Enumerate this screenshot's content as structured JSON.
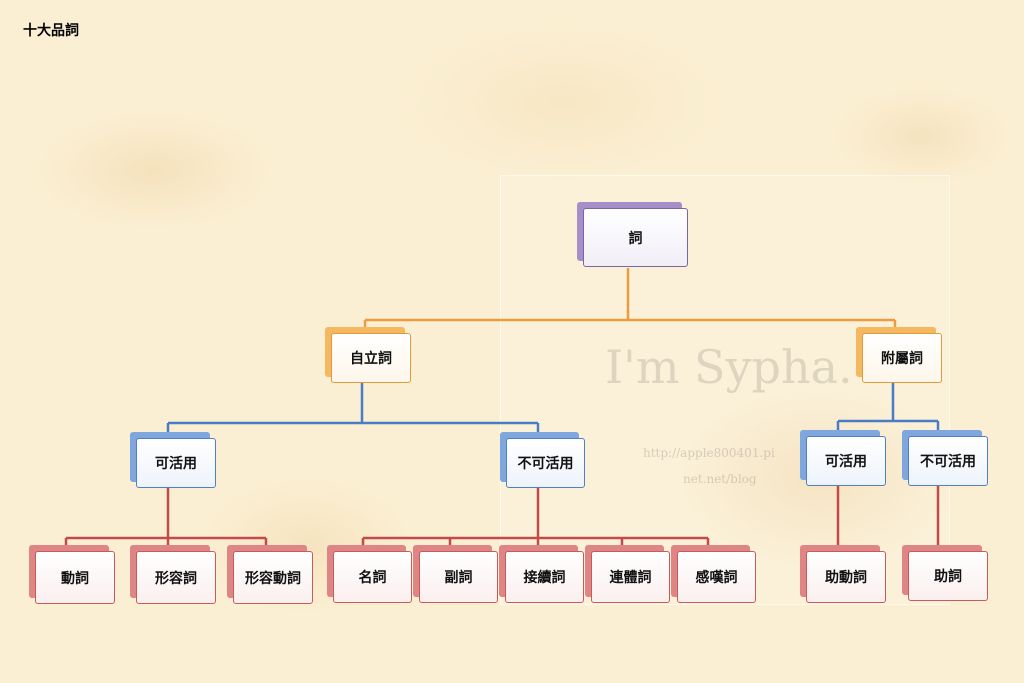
{
  "title": "十大品詞",
  "watermark": {
    "main": "I'm Sypha.",
    "url_line1": "http://apple800401.pi",
    "url_line2": "net.net/blog"
  },
  "colors": {
    "root": "#7a64a8",
    "level1": "#e39a3a",
    "level2": "#4f7fc4",
    "level3": "#c85a5a"
  },
  "tree": {
    "root": "詞",
    "independent": "自立詞",
    "dependent": "附屬詞",
    "ind_conj": "可活用",
    "ind_nonconj": "不可活用",
    "dep_conj": "可活用",
    "dep_nonconj": "不可活用",
    "ind_conj_children": [
      "動詞",
      "形容詞",
      "形容動詞"
    ],
    "ind_nonconj_children": [
      "名詞",
      "副詞",
      "接續詞",
      "連體詞",
      "感嘆詞"
    ],
    "dep_conj_children": [
      "助動詞"
    ],
    "dep_nonconj_children": [
      "助詞"
    ]
  }
}
